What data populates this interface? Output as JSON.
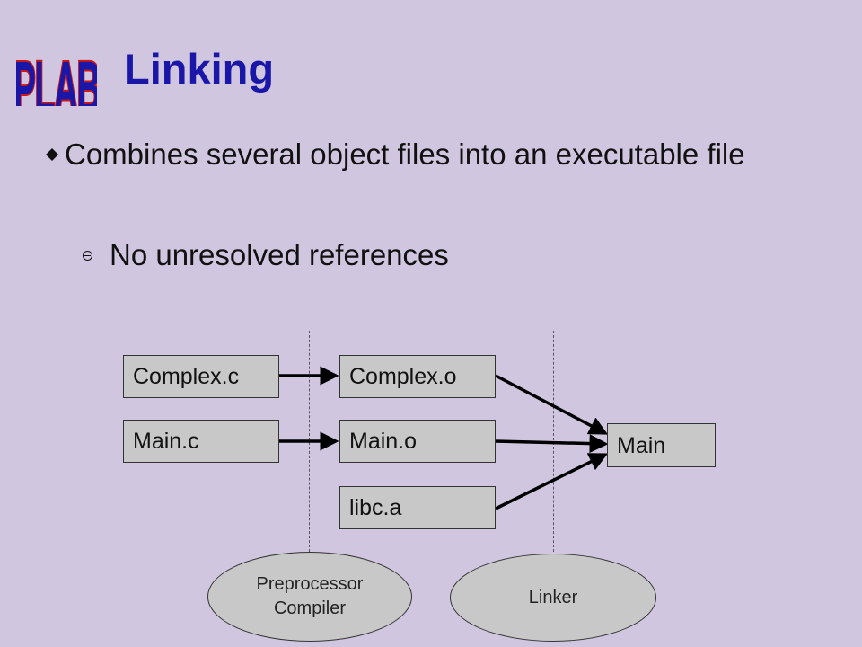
{
  "slide": {
    "logo_text": "PLAB",
    "title": "Linking",
    "bullets": [
      {
        "text": "Combines several object files into an executable file",
        "sub_bullets": [
          {
            "text": "No unresolved references"
          }
        ]
      }
    ]
  },
  "diagram": {
    "sources": [
      "Complex.c",
      "Main.c"
    ],
    "objects": [
      "Complex.o",
      "Main.o",
      "libc.a"
    ],
    "output": "Main",
    "stages": [
      "Preprocessor\nCompiler",
      "Linker"
    ]
  },
  "colors": {
    "background": "#d1c6e0",
    "title": "#1a16a8",
    "logo_fill": "#1a16a8",
    "logo_outline": "#c81818",
    "box_fill": "#c8c8c8"
  }
}
